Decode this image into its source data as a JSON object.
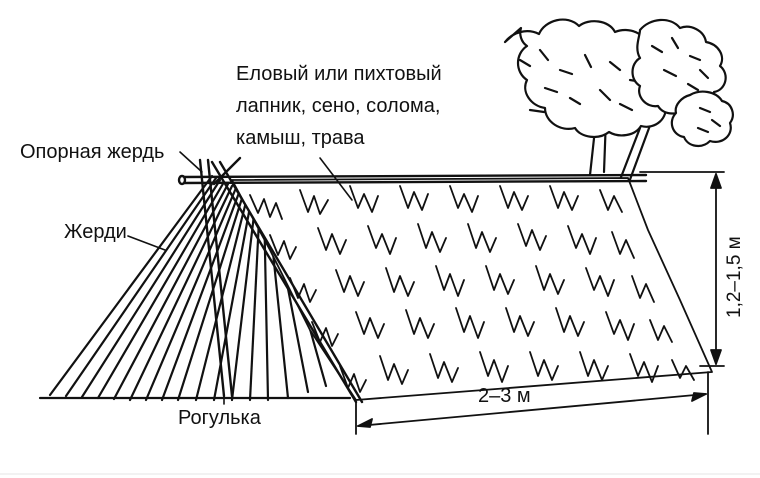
{
  "labels": {
    "material_line1": "Еловый или пихтовый",
    "material_line2": "лапник, сено, солома,",
    "material_line3": "камыш, трава",
    "support_pole": "Опорная жердь",
    "poles": "Жерди",
    "forked_stake": "Рогулька",
    "width_dim": "2–3 м",
    "height_dim": "1,2–1,5 м"
  },
  "colors": {
    "ink": "#111111",
    "background": "#ffffff"
  }
}
